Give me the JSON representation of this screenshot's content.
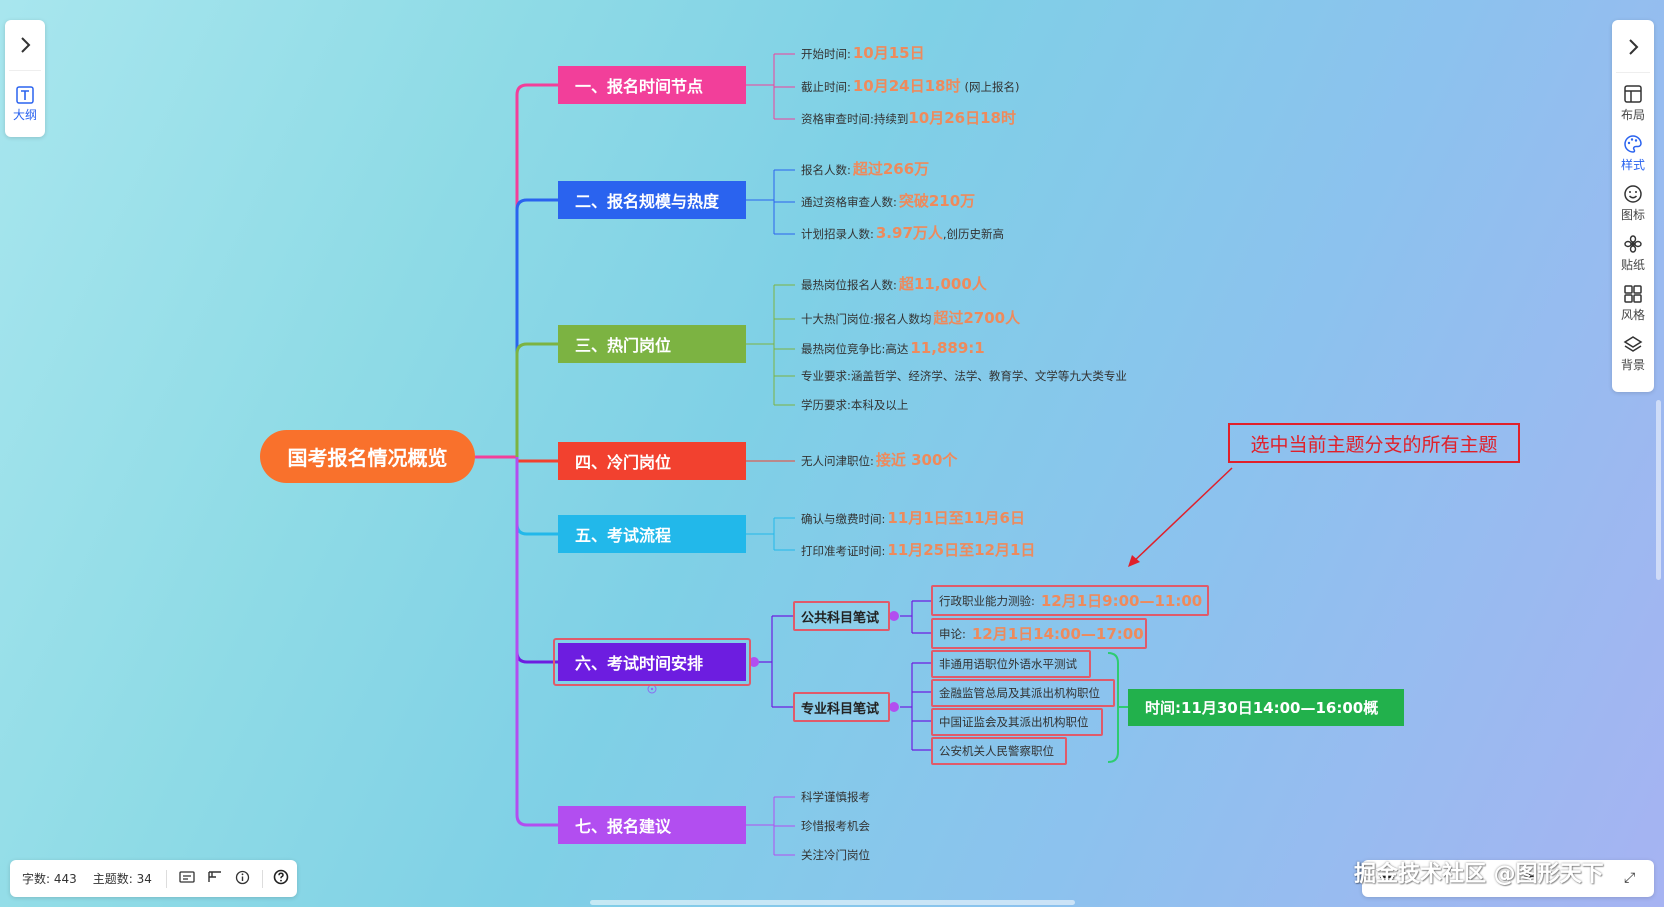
{
  "root": {
    "label": "国考报名情况概览"
  },
  "branches": [
    {
      "label": "一、报名时间节点",
      "color": "#f23f9a"
    },
    {
      "label": "二、报名规模与热度",
      "color": "#2a63ef"
    },
    {
      "label": "三、热门岗位",
      "color": "#7cb342"
    },
    {
      "label": "四、冷门岗位",
      "color": "#f2412f"
    },
    {
      "label": "五、考试流程",
      "color": "#22b8ea"
    },
    {
      "label": "六、考试时间安排",
      "color": "#6d1de0"
    },
    {
      "label": "七、报名建议",
      "color": "#b24ef0"
    }
  ],
  "leaves": {
    "b1": [
      {
        "text": "开始时间:",
        "hl": "10月15日",
        "after": ""
      },
      {
        "text": "截止时间:",
        "hl": "10月24日18时",
        "after": "(网上报名)"
      },
      {
        "text": "资格审查时间:持续到",
        "hl": "10月26日18时",
        "after": ""
      }
    ],
    "b2": [
      {
        "text": "报名人数:",
        "hl": "超过266万",
        "after": ""
      },
      {
        "text": "通过资格审查人数:",
        "hl": "突破210万",
        "after": ""
      },
      {
        "text": "计划招录人数:",
        "hl": "3.97万人",
        "after": ",创历史新高"
      }
    ],
    "b3": [
      {
        "text": "最热岗位报名人数:",
        "hl": "超11,000人",
        "after": ""
      },
      {
        "text": "十大热门岗位:报名人数均",
        "hl": "超过2700人",
        "after": ""
      },
      {
        "text": "最热岗位竞争比:高达",
        "hl": "11,889:1",
        "after": ""
      },
      {
        "text": "专业要求:涵盖哲学、经济学、法学、教育学、文学等九大类专业",
        "hl": "",
        "after": ""
      },
      {
        "text": "学历要求:本科及以上",
        "hl": "",
        "after": ""
      }
    ],
    "b4": [
      {
        "text": "无人问津职位:",
        "hl": "接近 300个",
        "after": ""
      }
    ],
    "b5": [
      {
        "text": "确认与缴费时间:",
        "hl": "11月1日至11月6日",
        "after": ""
      },
      {
        "text": "打印准考证时间:",
        "hl": "11月25日至12月1日",
        "after": ""
      }
    ],
    "b7": [
      {
        "text": "科学谨慎报考"
      },
      {
        "text": "珍惜报考机会"
      },
      {
        "text": "关注冷门岗位"
      }
    ]
  },
  "exam": {
    "public": {
      "label": "公共科目笔试",
      "items": [
        {
          "text": "行政职业能力测验:",
          "hl": "12月1日9:00—11:00"
        },
        {
          "text": "申论:",
          "hl": "12月1日14:00—17:00"
        }
      ]
    },
    "professional": {
      "label": "专业科目笔试",
      "items": [
        {
          "text": "非通用语职位外语水平测试"
        },
        {
          "text": "金融监管总局及其派出机构职位"
        },
        {
          "text": "中国证监会及其派出机构职位"
        },
        {
          "text": "公安机关人民警察职位"
        }
      ],
      "summary": "时间:11月30日14:00—16:00概"
    }
  },
  "annotation": {
    "text": "选中当前主题分支的所有主题",
    "color": "#e0202a"
  },
  "left_panel": {
    "outline_label": "大纲"
  },
  "right_panel": {
    "items": [
      {
        "label": "布局",
        "icon": "layout-icon"
      },
      {
        "label": "样式",
        "icon": "palette-icon"
      },
      {
        "label": "图标",
        "icon": "smiley-icon"
      },
      {
        "label": "贴纸",
        "icon": "flower-icon"
      },
      {
        "label": "风格",
        "icon": "grid-icon"
      },
      {
        "label": "背景",
        "icon": "layers-icon"
      }
    ]
  },
  "status": {
    "word_count": "字数: 443",
    "topic_count": "主题数: 34"
  },
  "watermark": "掘金技术社区 @图形天下"
}
